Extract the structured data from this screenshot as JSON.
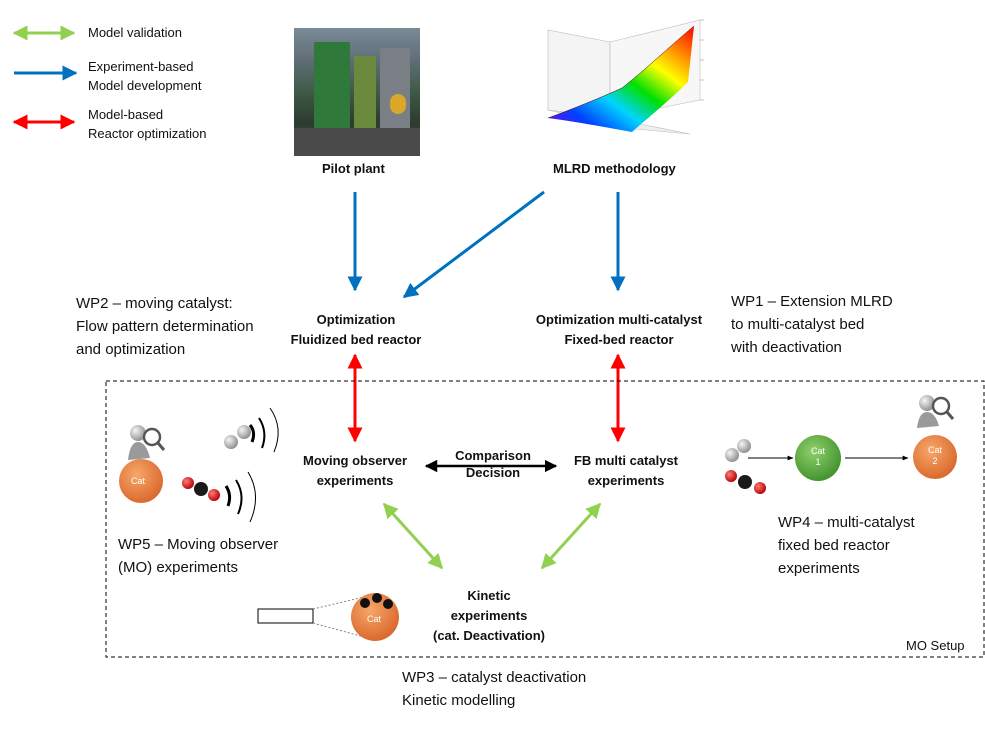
{
  "legend": {
    "validation": "Model validation",
    "experiment_line1": "Experiment-based",
    "experiment_line2": "Model development",
    "model_line1": "Model-based",
    "model_line2": "Reactor optimization"
  },
  "colors": {
    "validation": "#92d050",
    "experiment": "#0070c0",
    "model": "#ff0000",
    "cat_orange": "#e8803a",
    "cat_green": "#5aab3c"
  },
  "pilot_plant_label": "Pilot plant",
  "mlrd_label": "MLRD methodology",
  "nodes": {
    "fluidized_line1": "Optimization",
    "fluidized_line2": "Fluidized bed reactor",
    "multicat_line1": "Optimization multi-catalyst",
    "multicat_line2": "Fixed-bed reactor",
    "moving_line1": "Moving observer",
    "moving_line2": "experiments",
    "fb_line1": "FB multi catalyst",
    "fb_line2": "experiments",
    "comparison_line1": "Comparison",
    "comparison_line2": "Decision",
    "kinetic_line1": "Kinetic",
    "kinetic_line2": "experiments",
    "kinetic_line3": "(cat. Deactivation)"
  },
  "wp": {
    "wp2_line1": "WP2 – moving catalyst:",
    "wp2_line2": "Flow pattern determination",
    "wp2_line3": "and optimization",
    "wp1_line1": "WP1 – Extension MLRD",
    "wp1_line2": "to multi-catalyst bed",
    "wp1_line3": "with deactivation",
    "wp5_line1": "WP5 – Moving observer",
    "wp5_line2": "(MO) experiments",
    "wp4_line1": "WP4 – multi-catalyst",
    "wp4_line2": "fixed bed reactor",
    "wp4_line3": "experiments",
    "wp3_line1": "WP3 – catalyst deactivation",
    "wp3_line2": "Kinetic modelling"
  },
  "mo_setup": "MO Setup",
  "cat_labels": {
    "cat": "Cat",
    "cat1_line1": "Cat",
    "cat1_line2": "1",
    "cat2_line1": "Cat",
    "cat2_line2": "2"
  }
}
